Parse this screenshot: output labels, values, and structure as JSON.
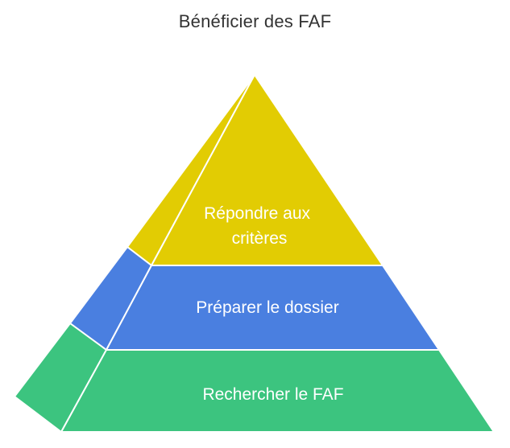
{
  "title": "Bénéficier des FAF",
  "tiers": [
    {
      "label_lines": [
        "Répondre aux",
        "critères"
      ],
      "color": "#E2CC03",
      "side_color": "#E2CC03"
    },
    {
      "label_lines": [
        "Préparer le dossier"
      ],
      "color": "#4A7FE0",
      "side_color": "#4A7FE0"
    },
    {
      "label_lines": [
        "Rechercher le FAF"
      ],
      "color": "#3CC47F",
      "side_color": "#3CC47F"
    }
  ]
}
